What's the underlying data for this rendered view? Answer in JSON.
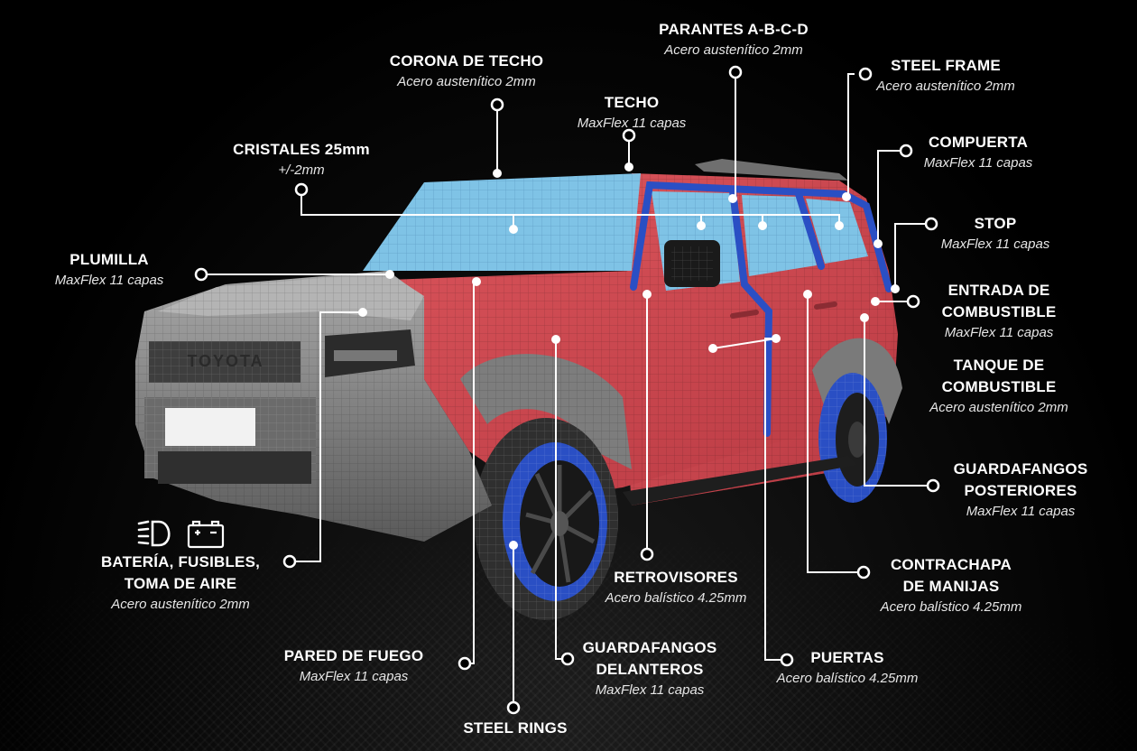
{
  "callouts": {
    "corona_de_techo": {
      "title": "CORONA DE TECHO",
      "subtitle": "Acero austenítico 2mm"
    },
    "parantes": {
      "title": "PARANTES A-B-C-D",
      "subtitle": "Acero austenítico 2mm"
    },
    "steel_frame": {
      "title": "STEEL FRAME",
      "subtitle": "Acero austenítico 2mm"
    },
    "techo": {
      "title": "TECHO",
      "subtitle": "MaxFlex 11 capas"
    },
    "compuerta": {
      "title": "COMPUERTA",
      "subtitle": "MaxFlex 11 capas"
    },
    "cristales": {
      "title": "CRISTALES 25mm",
      "subtitle": "+/-2mm"
    },
    "stop": {
      "title": "STOP",
      "subtitle": "MaxFlex 11 capas"
    },
    "plumilla": {
      "title": "PLUMILLA",
      "subtitle": "MaxFlex 11 capas"
    },
    "entrada_combustible": {
      "title": "ENTRADA DE\nCOMBUSTIBLE",
      "subtitle": "MaxFlex 11 capas"
    },
    "tanque_combustible": {
      "title": "TANQUE DE\nCOMBUSTIBLE",
      "subtitle": "Acero austenítico 2mm"
    },
    "guardafangos_posteriores": {
      "title": "GUARDAFANGOS\nPOSTERIORES",
      "subtitle": "MaxFlex 11 capas"
    },
    "bateria": {
      "title": "BATERÍA, FUSIBLES,\nTOMA DE AIRE",
      "subtitle": "Acero austenítico 2mm"
    },
    "retrovisores": {
      "title": "RETROVISORES",
      "subtitle": "Acero balístico 4.25mm"
    },
    "contrachapa": {
      "title": "CONTRACHAPA\nDE MANIJAS",
      "subtitle": "Acero balístico 4.25mm"
    },
    "pared_de_fuego": {
      "title": "PARED DE FUEGO",
      "subtitle": "MaxFlex 11 capas"
    },
    "guardafangos_delanteros": {
      "title": "GUARDAFANGOS\nDELANTEROS",
      "subtitle": "MaxFlex 11 capas"
    },
    "puertas": {
      "title": "PUERTAS",
      "subtitle": "Acero balístico 4.25mm"
    },
    "steel_rings": {
      "title": "STEEL RINGS",
      "subtitle": ""
    }
  },
  "vehicle": {
    "grille_lettering": "TOYOTA"
  },
  "icons": [
    "headlight-icon",
    "battery-icon"
  ],
  "colors": {
    "armor_red": "#c9454d",
    "glass_blue": "#7fc3e6",
    "steel_blue": "#2a4fc4",
    "body_grey": "#8d8d8d",
    "line_white": "#ffffff"
  }
}
